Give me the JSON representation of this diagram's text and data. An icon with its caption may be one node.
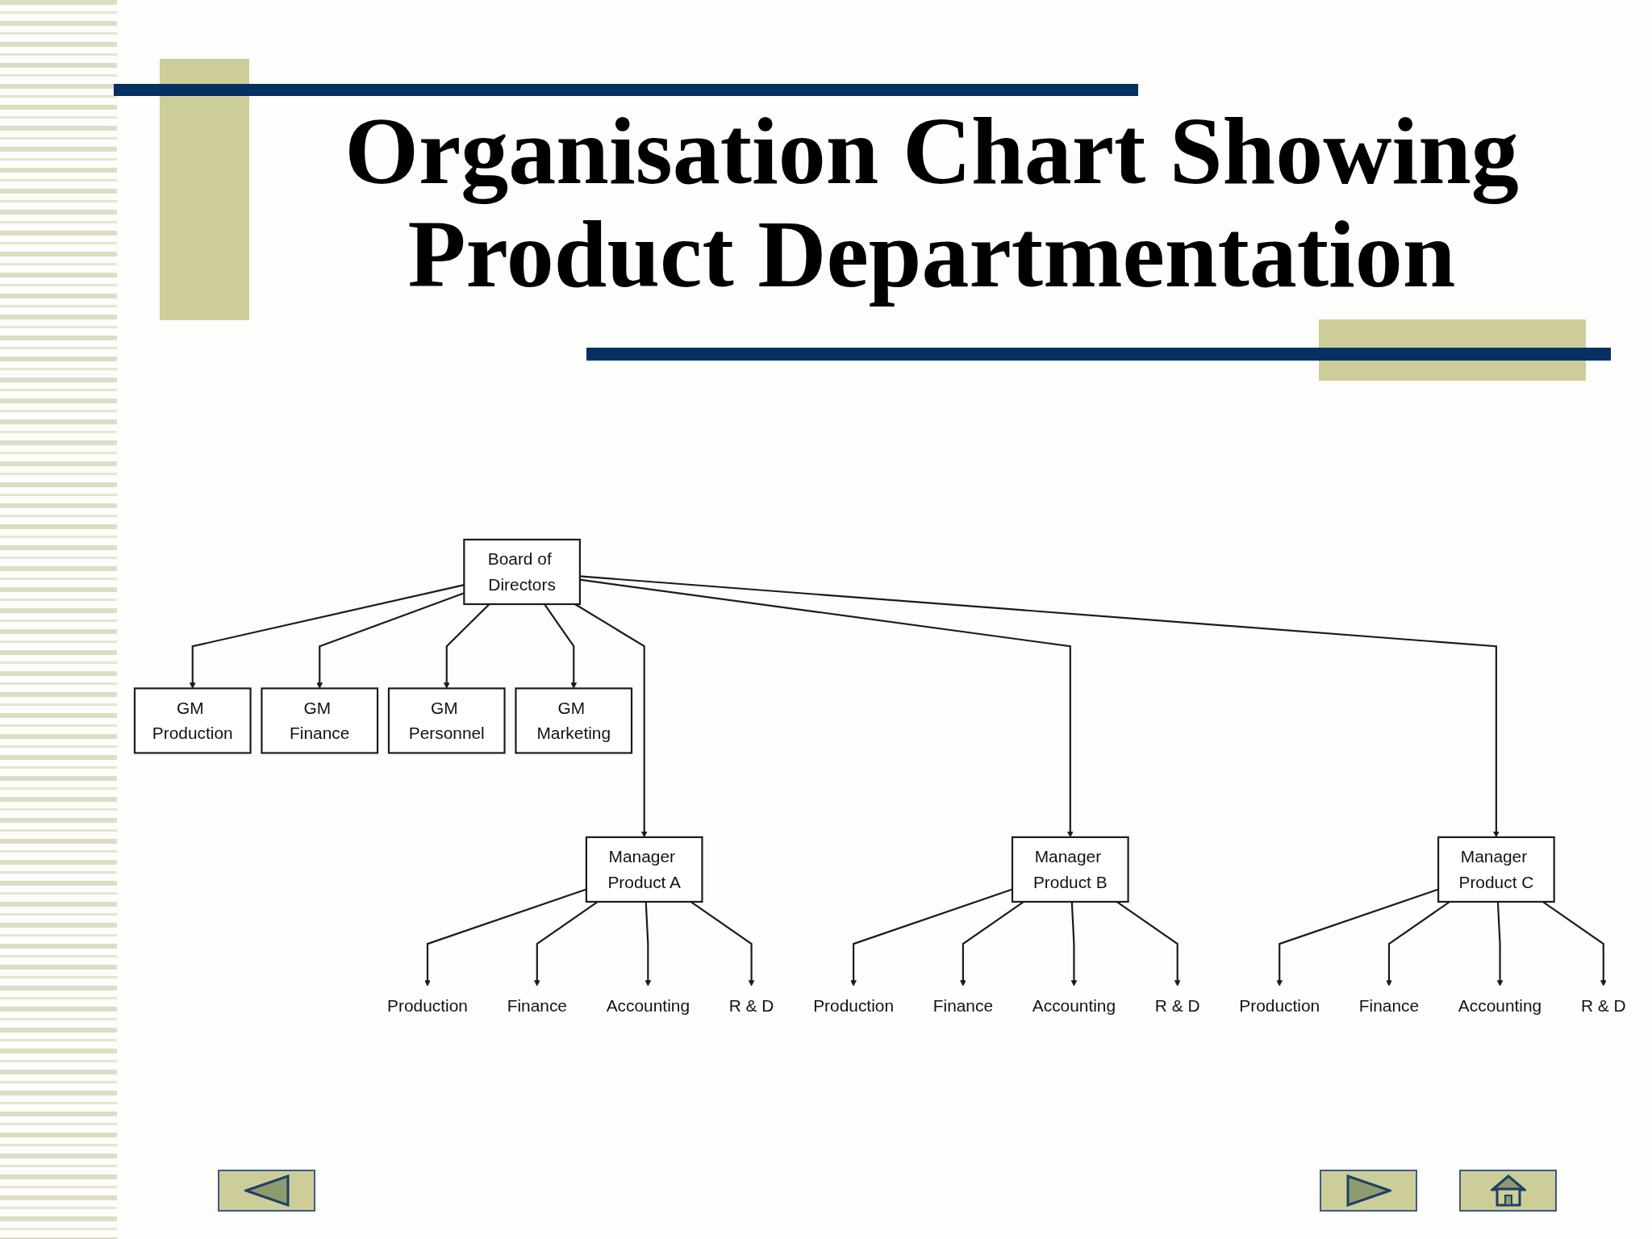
{
  "diagram": {
    "title": "Organisation Chart Showing Product Departmentation",
    "nodes": [
      {
        "text": [
          "Board of Directors"
        ]
      },
      {
        "text": [
          "GM Production"
        ]
      },
      {
        "text": [
          "GM Finance"
        ]
      },
      {
        "text": [
          "GM Personnel"
        ]
      },
      {
        "text": [
          "GM Marketing"
        ]
      },
      {
        "text": [
          "Manager Product A"
        ]
      },
      {
        "text": [
          "Manager Product B"
        ]
      },
      {
        "text": [
          "Manager Product C"
        ]
      },
      {
        "text": [
          "Production"
        ]
      },
      {
        "text": [
          "Finance"
        ]
      },
      {
        "text": [
          "Accounting"
        ]
      },
      {
        "text": [
          "R & D"
        ]
      },
      {
        "text": [
          "Production"
        ]
      },
      {
        "text": [
          "Finance"
        ]
      },
      {
        "text": [
          "Accounting"
        ]
      },
      {
        "text": [
          "R & D"
        ]
      },
      {
        "text": [
          "Production"
        ]
      },
      {
        "text": [
          "Finance"
        ]
      },
      {
        "text": [
          "Accounting"
        ]
      },
      {
        "text": [
          "R & D"
        ]
      }
    ],
    "edges": [
      {
        "from": 0,
        "to": 1,
        "arrow": "to"
      },
      {
        "from": 0,
        "to": 2,
        "arrow": "to"
      },
      {
        "from": 0,
        "to": 3,
        "arrow": "to"
      },
      {
        "from": 0,
        "to": 4,
        "arrow": "to"
      },
      {
        "from": 0,
        "to": 5,
        "arrow": "to"
      },
      {
        "from": 0,
        "to": 6,
        "arrow": "to"
      },
      {
        "from": 0,
        "to": 7,
        "arrow": "to"
      },
      {
        "from": 5,
        "to": 8,
        "arrow": "to"
      },
      {
        "from": 5,
        "to": 9,
        "arrow": "to"
      },
      {
        "from": 5,
        "to": 10,
        "arrow": "to"
      },
      {
        "from": 5,
        "to": 11,
        "arrow": "to"
      },
      {
        "from": 6,
        "to": 12,
        "arrow": "to"
      },
      {
        "from": 6,
        "to": 13,
        "arrow": "to"
      },
      {
        "from": 6,
        "to": 14,
        "arrow": "to"
      },
      {
        "from": 6,
        "to": 15,
        "arrow": "to"
      },
      {
        "from": 7,
        "to": 16,
        "arrow": "to"
      },
      {
        "from": 7,
        "to": 17,
        "arrow": "to"
      },
      {
        "from": 7,
        "to": 18,
        "arrow": "to"
      },
      {
        "from": 7,
        "to": 19,
        "arrow": "to"
      }
    ]
  }
}
